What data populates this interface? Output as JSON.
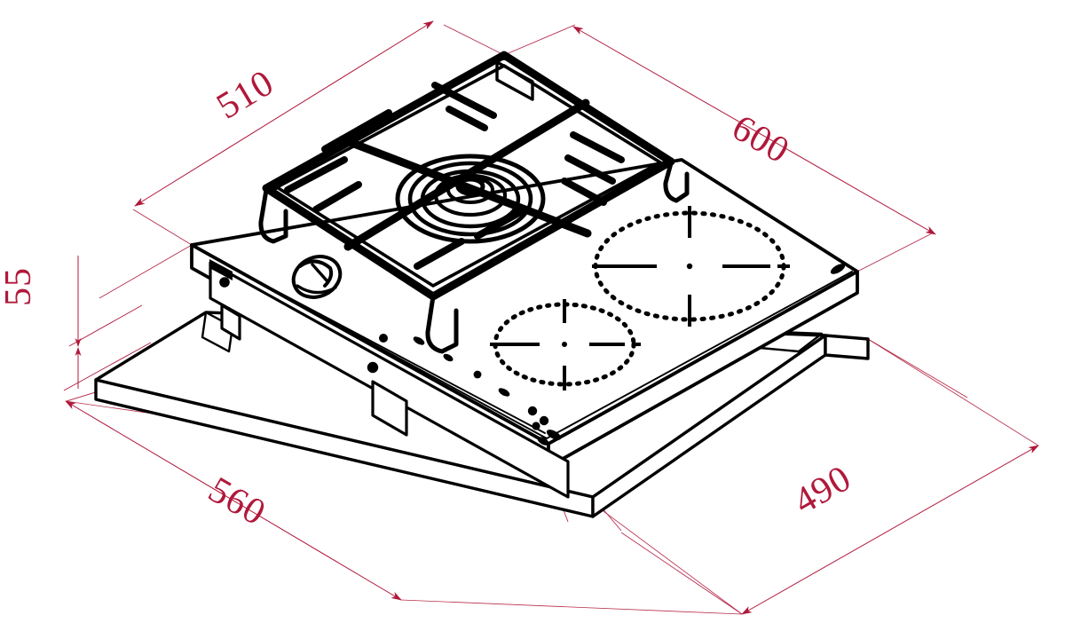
{
  "drawing": {
    "type": "isometric-dimensioned-technical-drawing",
    "subject": "domino combination hob (gas burner + induction zones) with worktop cut-out plate",
    "units": "mm",
    "line_color": "#000000",
    "dimension_color": "#b0183a",
    "background_color": "#ffffff"
  },
  "dimensions": {
    "width_overall": {
      "label": "600",
      "description": "overall appliance width along top-right edge"
    },
    "grate_length": {
      "label": "510",
      "description": "pan-support grate / appliance length along top-left edge"
    },
    "height": {
      "label": "55",
      "description": "appliance body height, vertical at far left"
    },
    "cutout_width": {
      "label": "560",
      "description": "worktop cut-out width along bottom-left edge"
    },
    "cutout_depth": {
      "label": "490",
      "description": "worktop cut-out depth along bottom-right edge"
    }
  },
  "features": {
    "gas_burner": {
      "name": "wok-style gas burner with concentric flame rings",
      "grate": "cast-iron pan support grate"
    },
    "induction_zones": [
      {
        "name": "large induction cooking zone",
        "marking": "dotted ellipse with crosshair"
      },
      {
        "name": "small induction cooking zone",
        "marking": "dotted ellipse with crosshair"
      }
    ],
    "control_knob": {
      "name": "gas control knob"
    },
    "touch_controls": {
      "name": "touch control sensor dots along front edge"
    },
    "mounting_bracket": {
      "name": "mounting bracket / fixing clip"
    },
    "worktop_plate": {
      "name": "worktop cut-out reference plate"
    }
  }
}
